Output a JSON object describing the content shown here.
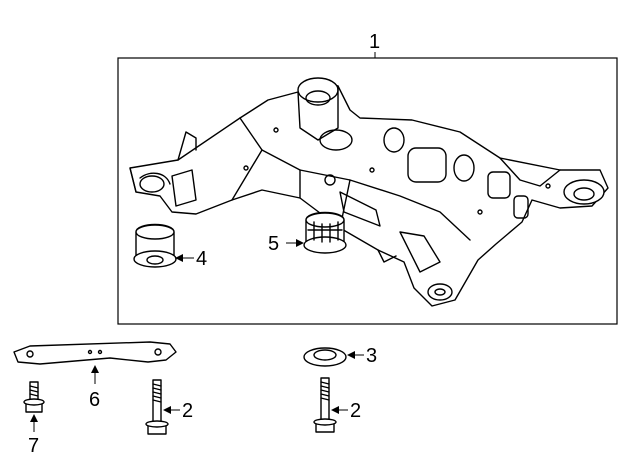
{
  "callouts": {
    "frame": "1",
    "bolt_a": "2",
    "bolt_b": "2",
    "washer": "3",
    "front_bushing": "4",
    "rear_bushing": "5",
    "brace": "6",
    "brace_bolt": "7"
  }
}
